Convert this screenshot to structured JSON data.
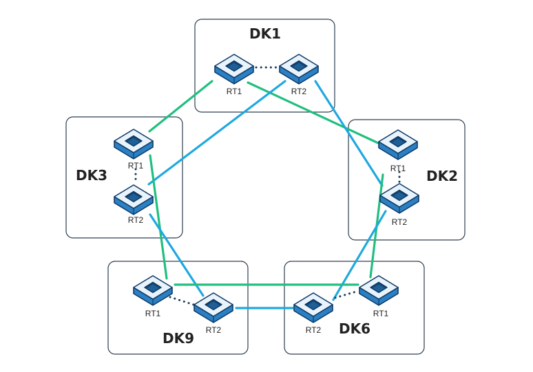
{
  "colors": {
    "box_stroke": "#2c3e50",
    "link_green": "#1fbf7f",
    "link_blue": "#1fa8e0",
    "peer_dots": "#1f3a5a",
    "router_top": "#e9f3fb",
    "router_outline": "#0e3a66",
    "router_body": "#2b7fc3",
    "router_hole": "#1d5f96"
  },
  "sites": [
    {
      "id": "dk1",
      "name": "DK1",
      "routers": [
        {
          "id": "dk1-rt1",
          "label": "RT1"
        },
        {
          "id": "dk1-rt2",
          "label": "RT2"
        }
      ]
    },
    {
      "id": "dk2",
      "name": "DK2",
      "routers": [
        {
          "id": "dk2-rt1",
          "label": "RT1"
        },
        {
          "id": "dk2-rt2",
          "label": "RT2"
        }
      ]
    },
    {
      "id": "dk3",
      "name": "DK3",
      "routers": [
        {
          "id": "dk3-rt1",
          "label": "RT1"
        },
        {
          "id": "dk3-rt2",
          "label": "RT2"
        }
      ]
    },
    {
      "id": "dk6",
      "name": "DK6",
      "routers": [
        {
          "id": "dk6-rt1",
          "label": "RT1"
        },
        {
          "id": "dk6-rt2",
          "label": "RT2"
        }
      ]
    },
    {
      "id": "dk9",
      "name": "DK9",
      "routers": [
        {
          "id": "dk9-rt1",
          "label": "RT1"
        },
        {
          "id": "dk9-rt2",
          "label": "RT2"
        }
      ]
    }
  ],
  "links": [
    {
      "from": "dk1-rt1",
      "to": "dk3-rt1",
      "color": "green"
    },
    {
      "from": "dk1-rt1",
      "to": "dk2-rt1",
      "color": "green"
    },
    {
      "from": "dk1-rt2",
      "to": "dk3-rt2",
      "color": "blue"
    },
    {
      "from": "dk1-rt2",
      "to": "dk2-rt2",
      "color": "blue"
    },
    {
      "from": "dk3-rt1",
      "to": "dk9-rt1",
      "color": "green"
    },
    {
      "from": "dk3-rt2",
      "to": "dk9-rt2",
      "color": "blue"
    },
    {
      "from": "dk2-rt2",
      "to": "dk6-rt1",
      "color": "green"
    },
    {
      "from": "dk2-rt2",
      "to": "dk6-rt2",
      "color": "blue"
    },
    {
      "from": "dk9-rt1",
      "to": "dk6-rt1",
      "color": "green"
    },
    {
      "from": "dk9-rt2",
      "to": "dk6-rt2",
      "color": "blue"
    }
  ]
}
